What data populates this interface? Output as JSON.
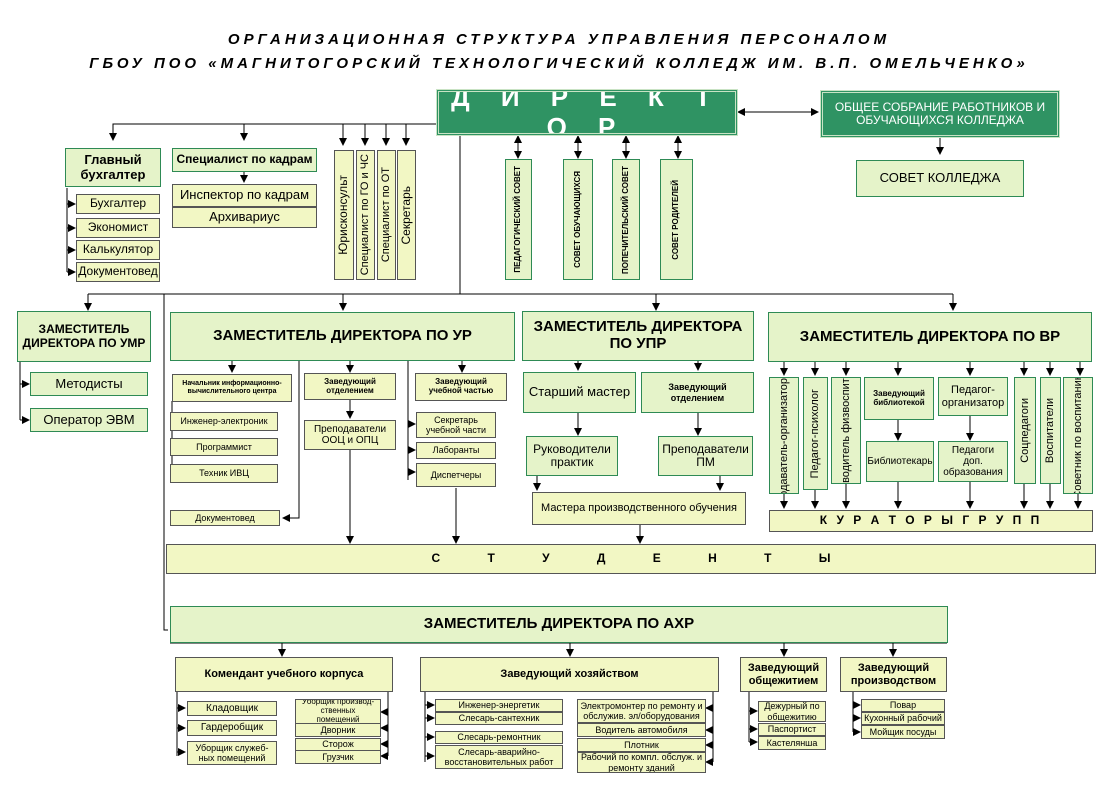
{
  "title": {
    "line1": "ОРГАНИЗАЦИОННАЯ СТРУКТУРА УПРАВЛЕНИЯ ПЕРСОНАЛОМ",
    "line2": "ГБОУ ПОО «МАГНИТОГОРСКИЙ ТЕХНОЛОГИЧЕСКИЙ КОЛЛЕДЖ ИМ. В.П. ОМЕЛЬЧЕНКО»"
  },
  "top": {
    "director": "Д И Р Е К Т О Р",
    "general_meeting": "ОБЩЕЕ СОБРАНИЕ РАБОТНИКОВ И ОБУЧАЮЩИХСЯ КОЛЛЕДЖА",
    "college_council": "СОВЕТ КОЛЛЕДЖА"
  },
  "councils": {
    "pedagogical": "ПЕДАГОГИЧЕСКИЙ СОВЕТ",
    "students": "СОВЕТ ОБУЧАЮЩИХСЯ",
    "trustees": "ПОПЕЧИТЕЛЬСКИЙ СОВЕТ",
    "parents": "СОВЕТ РОДИТЕЛЕЙ"
  },
  "accounting": {
    "head": "Главный бухгалтер",
    "items": [
      "Бухгалтер",
      "Экономист",
      "Калькулятор",
      "Документовед"
    ]
  },
  "hr": {
    "head": "Специалист по кадрам",
    "items": [
      "Инспектор по кадрам",
      "Архивариус"
    ]
  },
  "specialists": [
    "Юрисконсульт",
    "Специалист по ГО и ЧС",
    "Специалист по ОТ",
    "Секретарь"
  ],
  "umr": {
    "head": "ЗАМЕСТИТЕЛЬ ДИРЕКТОРА ПО УМР",
    "items": [
      "Методисты",
      "Оператор ЭВМ"
    ]
  },
  "ur": {
    "head": "ЗАМЕСТИТЕЛЬ ДИРЕКТОРА ПО УР",
    "ivc_head": "Начальник информационно-вычислительного центра",
    "ivc_items": [
      "Инженер-электроник",
      "Программист",
      "Техник ИВЦ"
    ],
    "docs": "Документовед",
    "dept_head": "Заведующий отделением",
    "dept_items": [
      "Преподаватели ООЦ и ОПЦ"
    ],
    "study_head": "Заведующий учебной частью",
    "study_items": [
      "Секретарь учебной части",
      "Лаборанты",
      "Диспетчеры"
    ]
  },
  "upr": {
    "head": "ЗАМЕСТИТЕЛЬ ДИРЕКТОРА ПО УПР",
    "senior_master": "Старший мастер",
    "practice_heads": "Руководители практик",
    "dept_head": "Заведующий отделением",
    "pm_teachers": "Преподаватели ПМ",
    "masters": "Мастера производственного обучения"
  },
  "vr": {
    "head": "ЗАМЕСТИТЕЛЬ ДИРЕКТОРА ПО ВР",
    "obzh": "Преподаватель-организатор ОБЖ",
    "psychologist": "Педагог-психолог",
    "pe": "Руководитель физвоспитания",
    "library_head": "Заведующий библиотекой",
    "librarian": "Библиотекарь",
    "organizer": "Педагог-организатор",
    "add_edu": "Педагоги доп. образования",
    "social": "Соцпедагоги",
    "educators": "Воспитатели",
    "advisor": "Советник по воспитанию",
    "curators": "К У Р А Т О Р Ы   Г Р У П П"
  },
  "students_bar": "С Т У Д Е Н Т Ы",
  "ahr": {
    "head": "ЗАМЕСТИТЕЛЬ ДИРЕКТОРА ПО АХР",
    "commandant": {
      "head": "Комендант учебного корпуса",
      "left": [
        "Кладовщик",
        "Гардеробщик",
        "Уборщик служеб-ных помещений"
      ],
      "right": [
        "Уборщик производ-ственных помещений",
        "Дворник",
        "Сторож",
        "Грузчик"
      ]
    },
    "household": {
      "head": "Заведующий хозяйством",
      "left": [
        "Инженер-энергетик",
        "Слесарь-сантехник",
        "Слесарь-ремонтник",
        "Слесарь-аварийно-восстановительных работ"
      ],
      "right": [
        "Электромонтер по ремонту и обслужив. эл/оборудования",
        "Водитель автомобиля",
        "Плотник",
        "Рабочий по компл. обслуж. и ремонту зданий"
      ]
    },
    "dorm": {
      "head": "Заведующий общежитием",
      "items": [
        "Дежурный по общежитию",
        "Паспортист",
        "Кастелянша"
      ]
    },
    "production": {
      "head": "Заведующий производством",
      "items": [
        "Повар",
        "Кухонный рабочий",
        "Мойщик посуды"
      ]
    }
  }
}
